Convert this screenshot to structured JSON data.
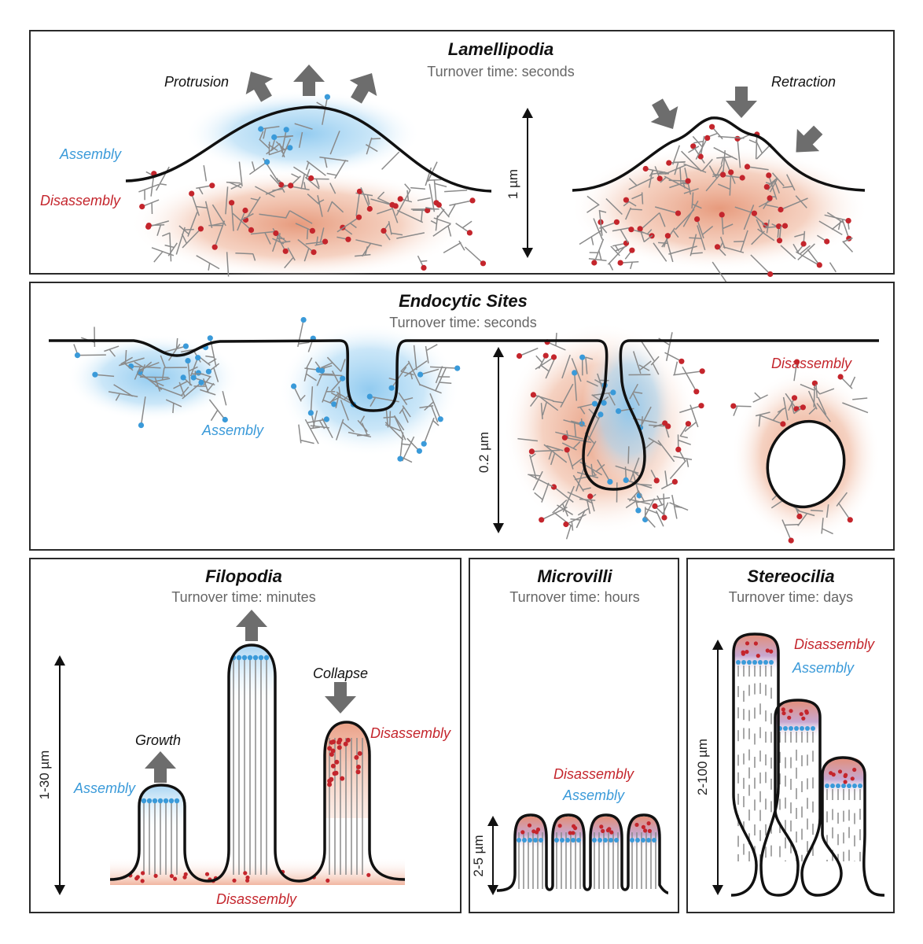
{
  "colors": {
    "assembly": "#3a9ad9",
    "disassembly": "#c4252c",
    "actin": "#8a8a8a",
    "arrow": "#6d6d6d",
    "membrane": "#111111"
  },
  "lamellipodia": {
    "title": "Lamellipodia",
    "turnover": "Turnover time: seconds",
    "protrusion": "Protrusion",
    "retraction": "Retraction",
    "assembly": "Assembly",
    "disassembly": "Disassembly",
    "scale": "1 µm"
  },
  "endocytic": {
    "title": "Endocytic Sites",
    "turnover": "Turnover time: seconds",
    "assembly": "Assembly",
    "disassembly": "Disassembly",
    "scale": "0.2 µm"
  },
  "filopodia": {
    "title": "Filopodia",
    "turnover": "Turnover time: minutes",
    "growth": "Growth",
    "collapse": "Collapse",
    "assembly": "Assembly",
    "disassembly_right": "Disassembly",
    "disassembly_bottom": "Disassembly",
    "scale": "1-30 µm"
  },
  "microvilli": {
    "title": "Microvilli",
    "turnover": "Turnover time: hours",
    "disassembly": "Disassembly",
    "assembly": "Assembly",
    "scale": "2-5 µm"
  },
  "stereocilia": {
    "title": "Stereocilia",
    "turnover": "Turnover time: days",
    "disassembly": "Disassembly",
    "assembly": "Assembly",
    "scale": "2-100 µm"
  }
}
